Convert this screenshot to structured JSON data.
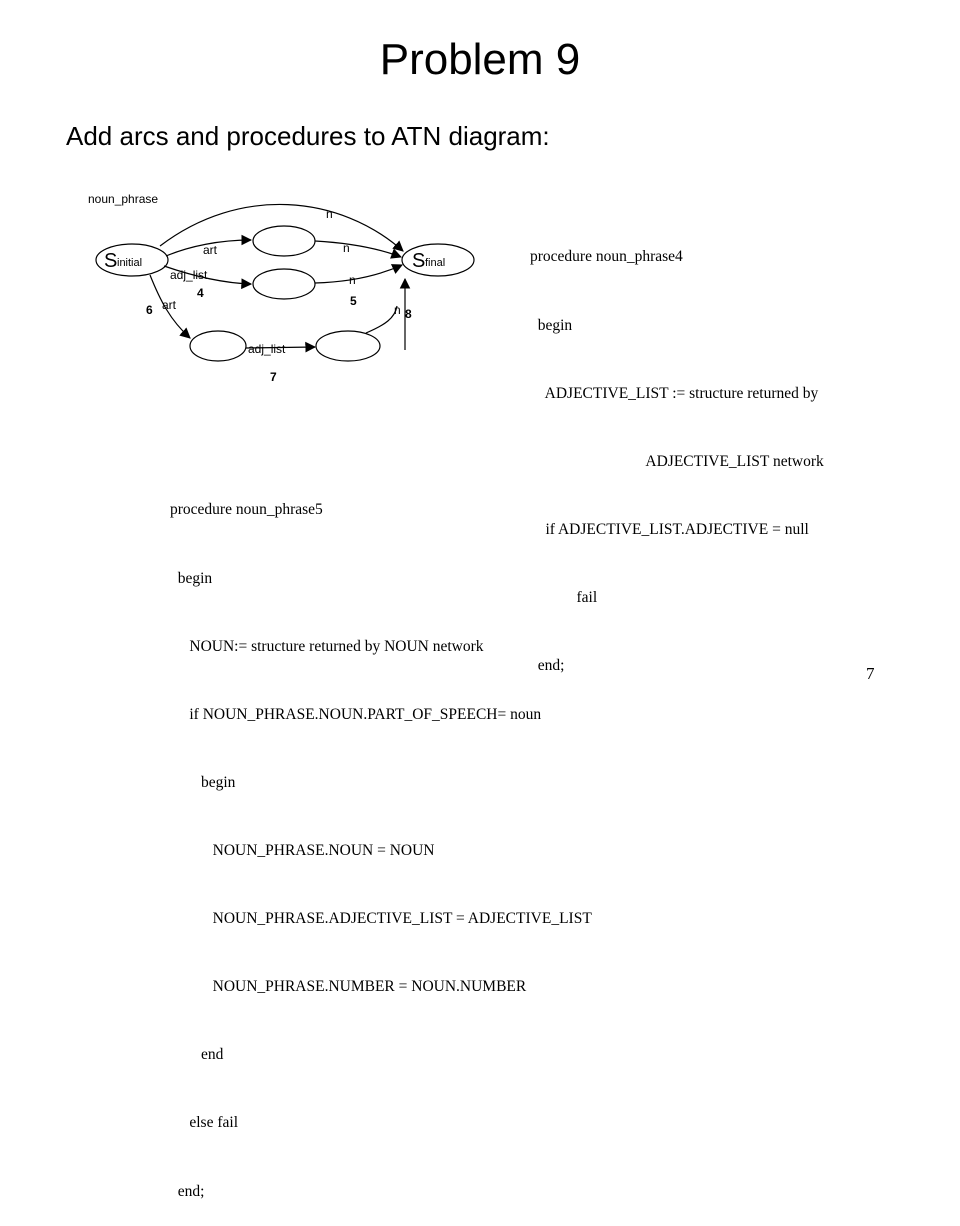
{
  "slide": {
    "title": "Problem 9",
    "subtitle": "Add arcs and procedures to ATN diagram:",
    "page_number": "7"
  },
  "diagram": {
    "network_name": "noun_phrase",
    "start_state": {
      "letter": "S",
      "subscript": "initial"
    },
    "final_state": {
      "letter": "S",
      "subscript": "final"
    },
    "arc_labels": {
      "top_n": "n",
      "upper_art": "art",
      "upper_n": "n",
      "middle_adj_list": "adj_list",
      "middle_n": "n",
      "lower_art": "art",
      "lower_adj_list": "adj_list",
      "lower_n": "n"
    },
    "arc_numbers": {
      "four": "4",
      "five": "5",
      "six": "6",
      "seven": "7",
      "eight": "8"
    }
  },
  "procedure4": {
    "lines": [
      "procedure noun_phrase4",
      "  begin",
      "    ADJECTIVE_LIST := structure returned by",
      "                              ADJECTIVE_LIST network",
      "    if ADJECTIVE_LIST.ADJECTIVE = null",
      "            fail",
      "  end;"
    ]
  },
  "procedure5": {
    "lines": [
      "procedure noun_phrase5",
      "  begin",
      "     NOUN:= structure returned by NOUN network",
      "     if NOUN_PHRASE.NOUN.PART_OF_SPEECH= noun",
      "        begin",
      "           NOUN_PHRASE.NOUN = NOUN",
      "           NOUN_PHRASE.ADJECTIVE_LIST = ADJECTIVE_LIST",
      "           NOUN_PHRASE.NUMBER = NOUN.NUMBER",
      "        end",
      "     else fail",
      "  end;"
    ]
  }
}
